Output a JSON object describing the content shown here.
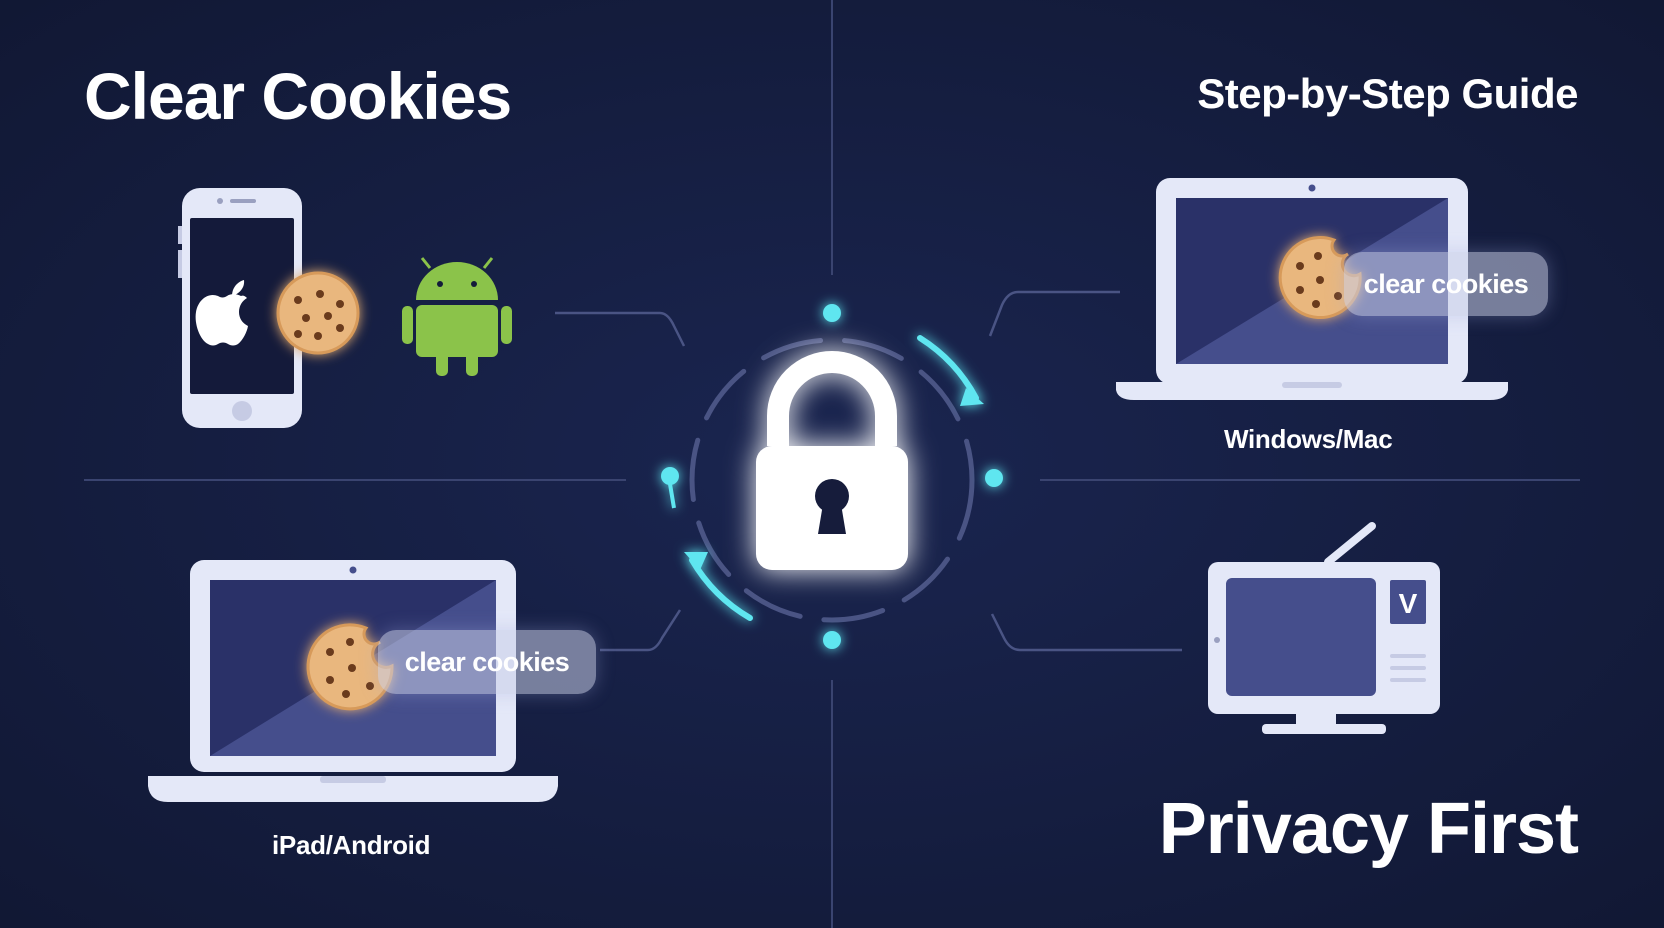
{
  "headings": {
    "title": "Clear Cookies",
    "subtitle": "Step-by-Step Guide",
    "tagline": "Privacy First"
  },
  "devices": {
    "phone": {
      "platforms": [
        "apple-logo-icon",
        "android-robot-icon"
      ]
    },
    "desktop": {
      "label": "Windows/Mac",
      "action": "clear cookies"
    },
    "tablet": {
      "label": "iPad/Android",
      "action": "clear cookies"
    },
    "tv": {
      "badge": "V"
    }
  },
  "colors": {
    "background": "#131b3a",
    "accent_glow": "#5ee6f0",
    "device_frame": "#e4e8f8",
    "screen": "#454e8c",
    "cookie": "#e9b77e",
    "android_green": "#8bc34a"
  }
}
